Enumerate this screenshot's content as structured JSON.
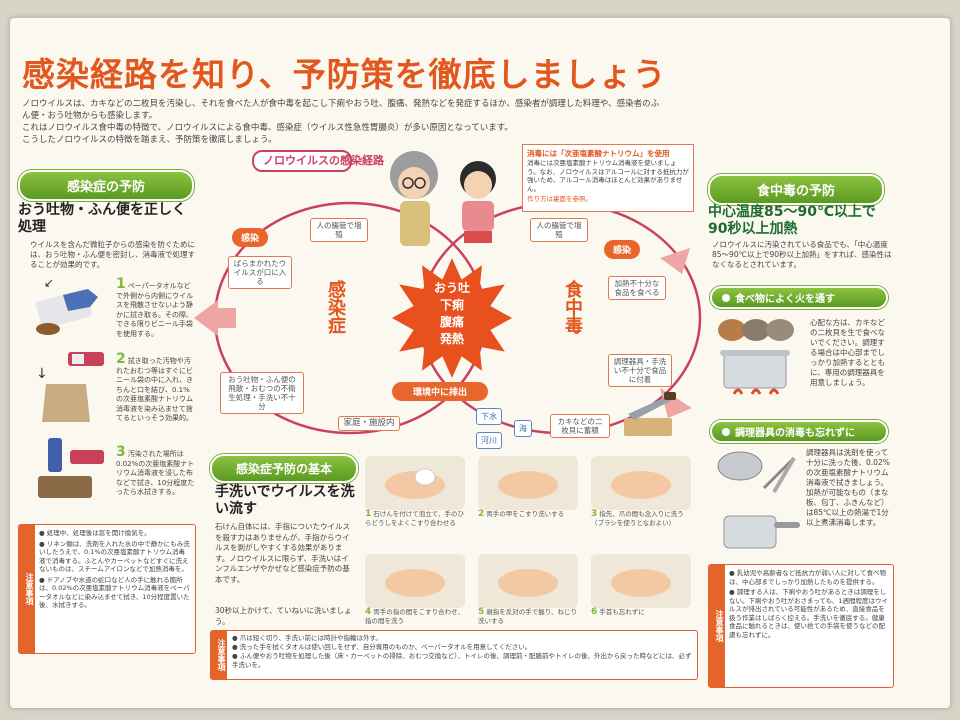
{
  "title": "感染経路を知り、予防策を徹底しましょう",
  "intro": [
    "ノロウイルスは、カキなどの二枚貝を汚染し、それを食べた人が食中毒を起こし下痢やおう吐、腹痛、発熱などを発症するほか、感染者が調理した料理や、感染者のふん便・おう吐物からも感染します。",
    "これはノロウイルス食中毒の特徴で、ノロウイルスによる食中毒、感染症（ウイルス性急性胃腸炎）が多い原因となっています。",
    "こうしたノロウイルスの特徴を踏まえ、予防策を徹底しましょう。"
  ],
  "left": {
    "header": "感染症の予防",
    "subhead": "おう吐物・ふん便を正しく処理",
    "desc": "ウイルスを含んだ微粒子からの感染を防ぐためには、おう吐物・ふん便を密封し、消毒液で処理することが効果的です。",
    "steps": [
      {
        "n": "1",
        "text": "ペーパータオルなどで外側から内側にウイルスを飛散させないよう静かに拭き取る。その際、できる限りビニール手袋を使用する。"
      },
      {
        "n": "2",
        "text": "拭き取った汚物や汚れたおむつ等はすぐにビニール袋の中に入れ、きちんと口を結び、0.1%の次亜塩素酸ナトリウム消毒液を染み込ませて捨てるといっそう効果的。"
      },
      {
        "n": "3",
        "text": "汚染された場所は0.02%の次亜塩素酸ナトリウム消毒液を浸した布などで拭き、10分程度たったら水拭きする。"
      }
    ],
    "note_label": "注意事項",
    "notes": [
      "処理中、処理後は窓を開け換気を。",
      "リネン類は、洗剤を入れた水の中で静かにもみ洗いしたうえで、0.1%の次亜塩素酸ナトリウム消毒液で消毒する。ふとんやカーペットなどすぐに洗えないものは、スチームアイロンなどで加熱消毒を。",
      "ドアノブや水道の蛇口など人の手に触れる箇所は、0.02%の次亜塩素酸ナトリウム消毒液をペーパータオルなどに染み込ませて拭き、10分程度置いた後、水拭きする。"
    ]
  },
  "center": {
    "route_title": "ノロウイルスの感染経路",
    "infection_label": "感染",
    "intestine_label": "人の腸管で増殖",
    "infection_disease": "感染症",
    "food_poisoning": "食中毒",
    "symptoms": [
      "おう吐",
      "下痢",
      "腹痛",
      "発熱"
    ],
    "scattered": "ばらまかれたウイルスが口に入る",
    "stool": "おう吐物・ふん便の飛散・おむつの不衛生処理・手洗い不十分",
    "home": "家庭・施設内",
    "excretion": "環境中に排出",
    "sewer": "下水",
    "river": "河川",
    "sea": "海",
    "oysters": "カキなどの二枚貝に蓄積",
    "unheated": "加熱不十分な食品を食べる",
    "utensils": "調理器具・手洗い不十分で食品に付着",
    "disinfect_head": "消毒には「次亜塩素酸ナトリウム」を使用",
    "disinfect_text": "消毒には次亜塩素酸ナトリウム消毒液を使いましょう。なお、ノロウイルスはアルコールに対する抵抗力が強いため、アルコール消毒はほとんど効果がありません。",
    "disinfect_link": "作り方は裏面を参照。"
  },
  "hand": {
    "header": "感染症予防の基本",
    "subhead": "手洗いでウイルスを洗い流す",
    "text": "石けん自体には、手指についたウイルスを殺す力はありませんが、手指からウイルスを剥がしやすくする効果があります。ノロウイルスに限らず、手洗いはインフルエンザやかぜなど感染症予防の基本です。",
    "text2": "30秒以上かけて、ていねいに洗いましょう。",
    "steps": [
      {
        "n": "1",
        "text": "石けんを付けて泡立て、手のひらどうしをよくこすり合わせる"
      },
      {
        "n": "2",
        "text": "両手の甲をこすり洗いする"
      },
      {
        "n": "3",
        "text": "指先、爪の間も念入りに洗う（ブラシを使うとなおよい）"
      },
      {
        "n": "4",
        "text": "両手の指の間をこすり合わせ、指の間を洗う"
      },
      {
        "n": "5",
        "text": "親指を反対の手で握り、ねじり洗いする"
      },
      {
        "n": "6",
        "text": "手首も忘れずに"
      }
    ],
    "note_label": "注意事項",
    "notes": [
      "爪は短く切り、手洗い前には時計や指輪は外す。",
      "洗った手を拭くタオルは使い回しをせず、自分専用のものか、ペーパータオルを用意してください。",
      "ふん便やおう吐物を処理した後（床・カーペットの掃除、おむつ交換など）、トイレの後、調理前・配膳前やトイレの後、外出から戻った時などには、必ず手洗いを。"
    ]
  },
  "right": {
    "header": "食中毒の予防",
    "headline": "中心温度85〜90℃以上で90秒以上加熱",
    "desc": "ノロウイルスに汚染されている食品でも、「中心温度85〜90℃以上で90秒以上加熱」をすれば、感染性はなくなるとされています。",
    "sub1": "食べ物によく火を通す",
    "sub1_text": "心配な方は、カキなどの二枚貝を生で食べないでください。調理する場合は中心部までしっかり加熱するとともに、専用の調理器具を用意しましょう。",
    "sub2": "調理器具の消毒も忘れずに",
    "sub2_text": "調理器具は洗剤を使って十分に洗った後、0.02%の次亜塩素酸ナトリウム消毒液で拭きましょう。加熱が可能なもの（まな板、包丁、ふきんなど）は85℃以上の熱湯で1分以上煮沸消毒します。",
    "note_label": "注意事項",
    "notes": [
      "乳幼児や高齢者など抵抗力が弱い人に対して食べ物は、中心部までしっかり加熱したものを提供する。",
      "調理する人は、下痢やおう吐があるときは調理をしない。下痢やおう吐がおさまっても、1週間程度はウイルスが排出されている可能性があるため、直接食品を扱う作業はしばらく控える。手洗いを徹底する。健康食品に触れるときは、使い捨ての手袋を使うなどの配慮も忘れずに。"
    ]
  },
  "colors": {
    "accent": "#e2571e",
    "green": "#6aa52e",
    "dark_green": "#1d6b2f"
  }
}
